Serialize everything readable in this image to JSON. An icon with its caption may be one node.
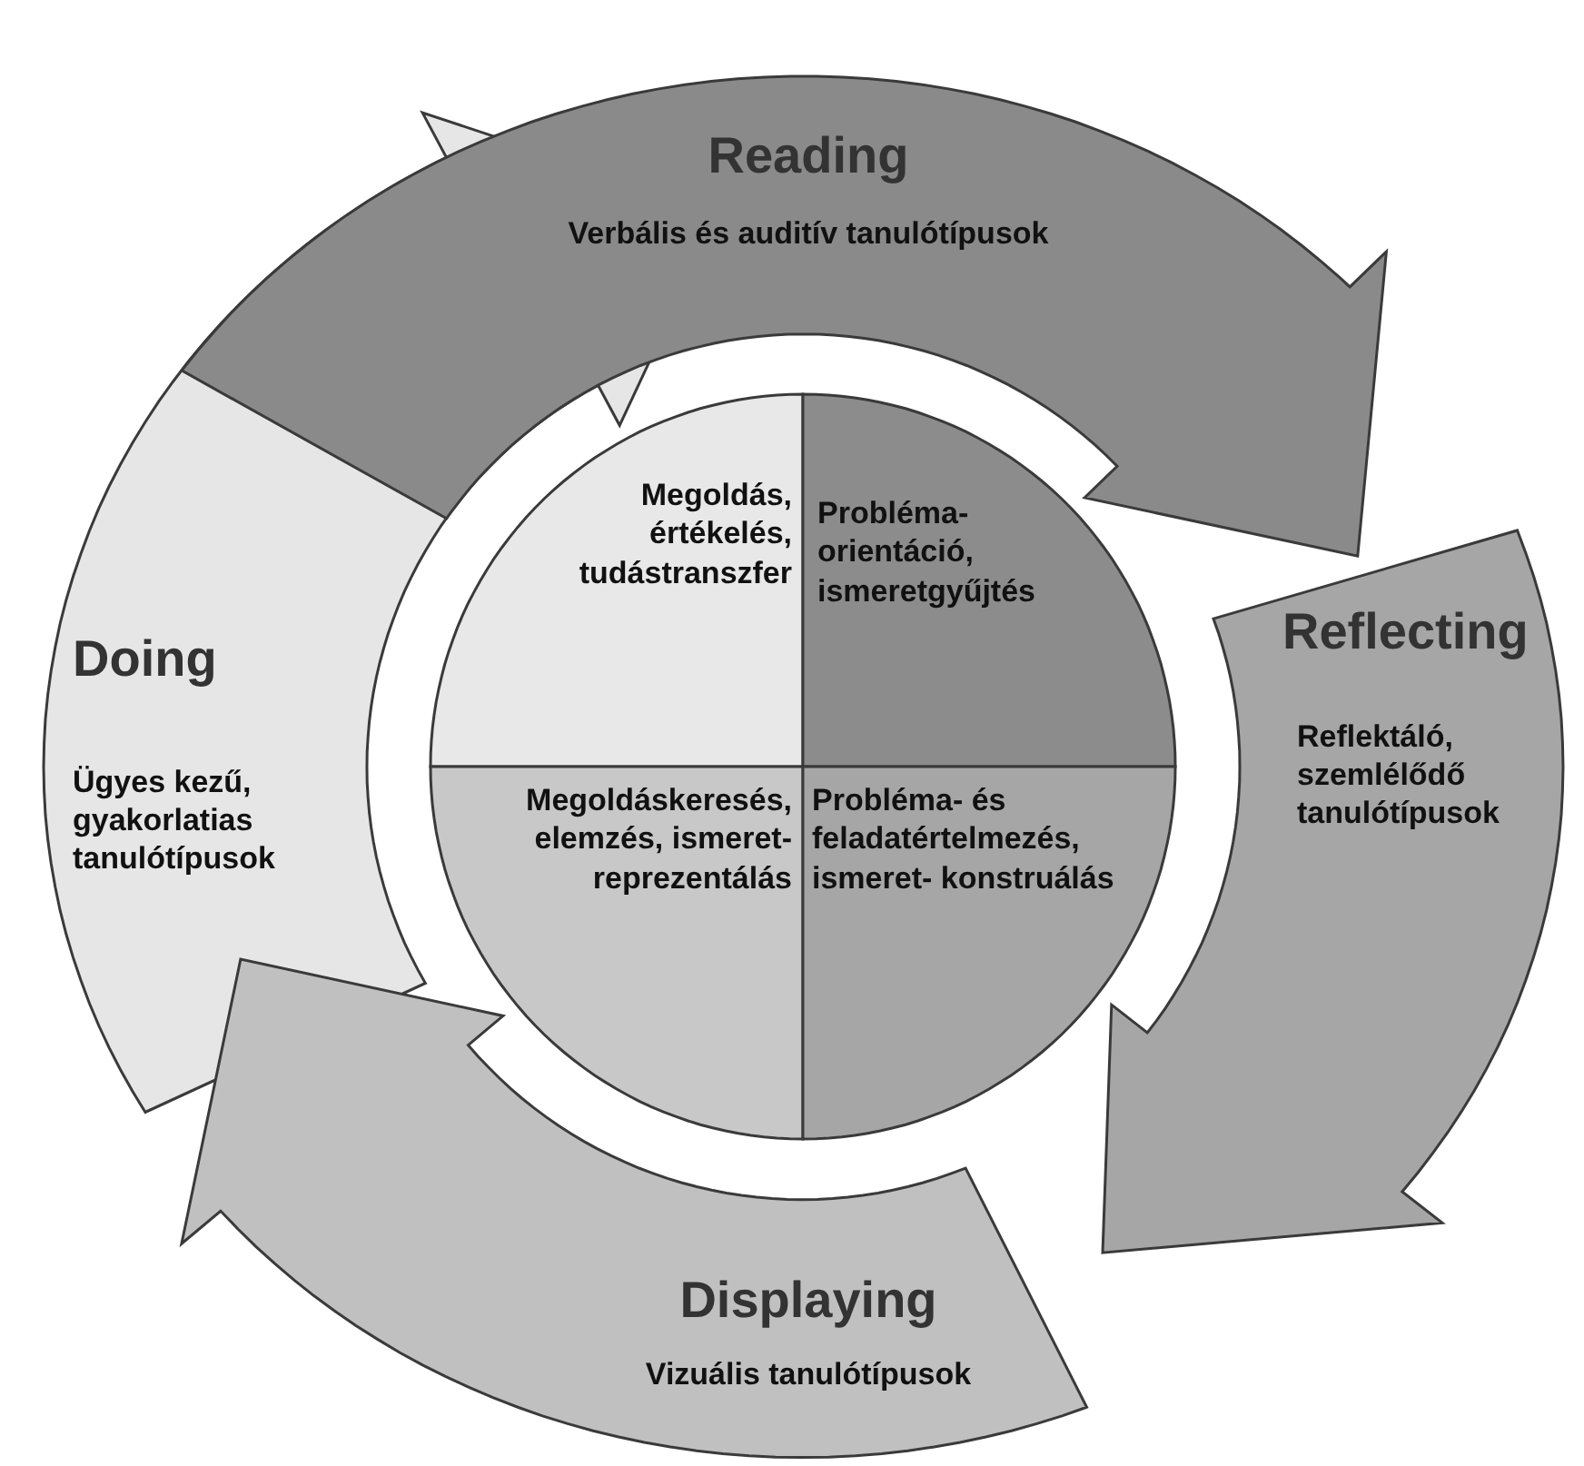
{
  "diagram": {
    "nodes": [
      {
        "text": [
          "Reading",
          "Verbális és auditív tanulótípusok"
        ]
      },
      {
        "text": [
          "Megoldás, értékelés, tudástranszfer"
        ]
      },
      {
        "text": [
          "Probléma- orientáció, ismeretgyűjtés"
        ]
      },
      {
        "text": [
          "Doing",
          "Ügyes kezű, gyakorlatias tanulótípusok"
        ]
      },
      {
        "text": [
          "Reflecting",
          "Reflektáló, szemlélődő tanulótípusok"
        ]
      },
      {
        "text": [
          "Megoldáskeresés, elemzés, ismeret- reprezentálás"
        ]
      },
      {
        "text": [
          "Probléma- és feladatértelmezés, ismeret- konstruálás"
        ]
      },
      {
        "text": [
          "Displaying",
          "Vizuális tanulótípusok"
        ]
      }
    ]
  }
}
